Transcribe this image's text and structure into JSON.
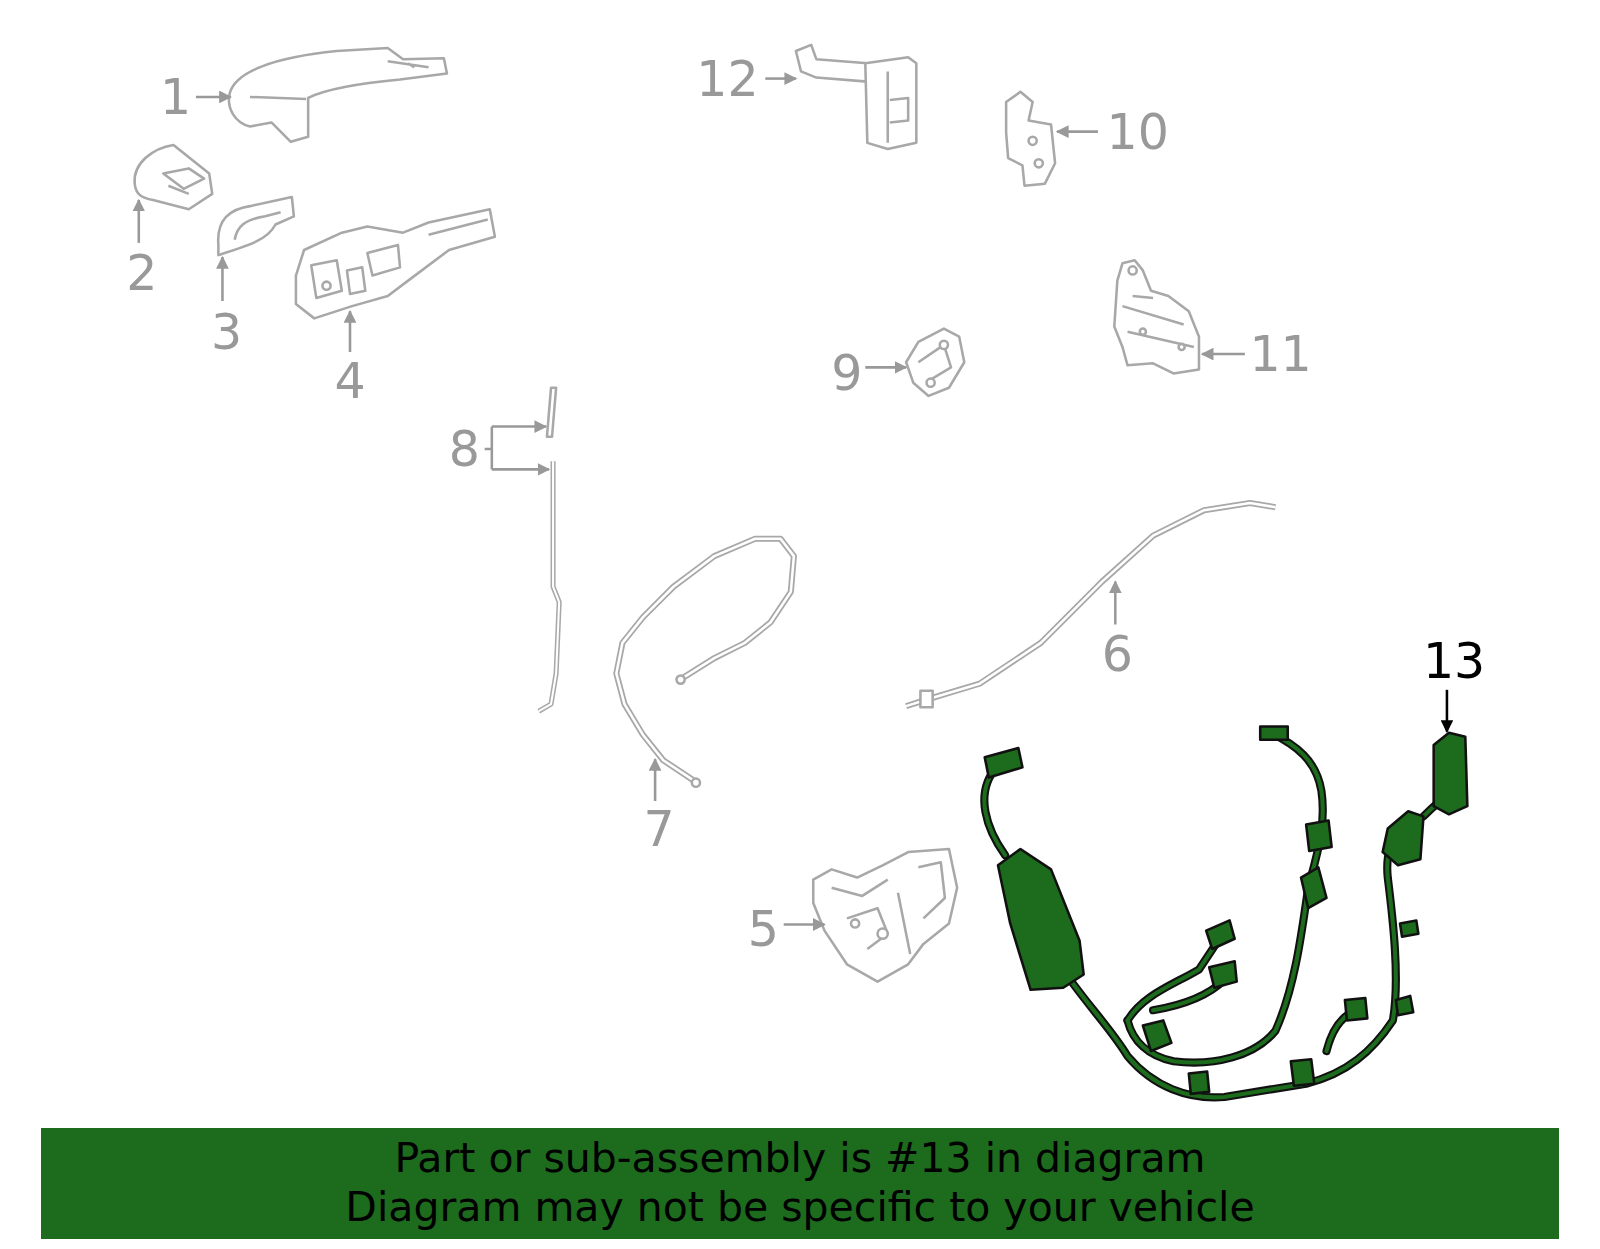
{
  "diagram": {
    "nodes": [
      {
        "text": [
          "Part or sub-assembly is #13 in diagram",
          "Diagram may not be specific to your vehicle"
        ]
      }
    ],
    "labels": [
      "1",
      "12",
      "10",
      "2",
      "3",
      "11",
      "4",
      "9",
      "8",
      "6",
      "13",
      "5",
      "7"
    ]
  }
}
